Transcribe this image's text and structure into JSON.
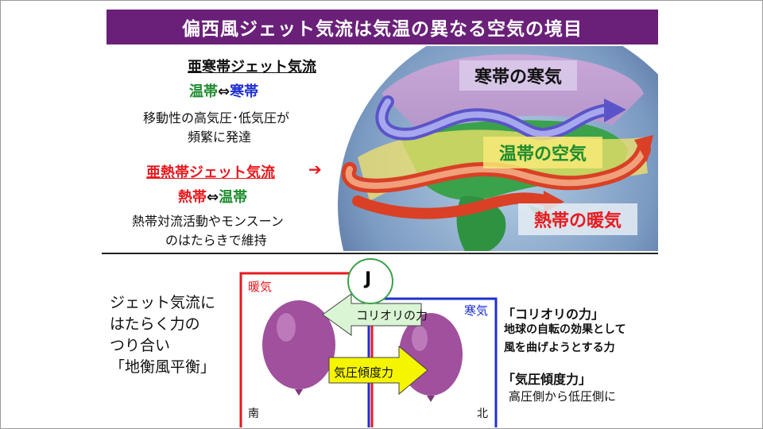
{
  "title": "偏西風ジェット気流は気温の異なる空気の境目",
  "upper": {
    "subpolar_jet": "亜寒帯ジェット気流",
    "subpolar_zone_left": "温帯",
    "subpolar_zone_sym": "⇔",
    "subpolar_zone_right": "寒帯",
    "subpolar_desc_1": "移動性の高気圧･低気圧が",
    "subpolar_desc_2": "頻繁に発達",
    "subtropical_jet": "亜熱帯ジェット気流",
    "subtropical_zone_left": "熱帯",
    "subtropical_zone_sym": "⇔",
    "subtropical_zone_right": "温帯",
    "subtropical_desc_1": "熱帯対流活動やモンスーン",
    "subtropical_desc_2": "のはたらきで維持",
    "arrow_glyph": "➔",
    "globe_label_cold": "寒帯の寒気",
    "globe_label_temperate": "温帯の空気",
    "globe_label_tropical": "熱帯の暖気"
  },
  "lower": {
    "left_line_1": "ジェット気流に",
    "left_line_2": "はたらく力の",
    "left_line_3": "つり合い",
    "left_line_4": "「地衡風平衡」",
    "warm_air": "暖気",
    "cold_air": "寒気",
    "jet_marker": "J",
    "coriolis_arrow": "コリオリの力",
    "pressure_arrow": "気圧傾度力",
    "south": "南",
    "north": "北",
    "coriolis_heading": "「コリオリの力」",
    "coriolis_desc_1": "地球の自転の効果として",
    "coriolis_desc_2": "風を曲げようとする力",
    "pressure_heading": "「気圧傾度力」",
    "pressure_desc": "高圧側から低圧側に"
  },
  "colors": {
    "title_bg": "#6a2079",
    "red": "#e8191e",
    "green": "#1e8c2e",
    "blue": "#1f2fd0",
    "balloon": "#a0509d",
    "coriolis_arrow": "#d9f5d4",
    "pressure_arrow": "#f5f500"
  }
}
